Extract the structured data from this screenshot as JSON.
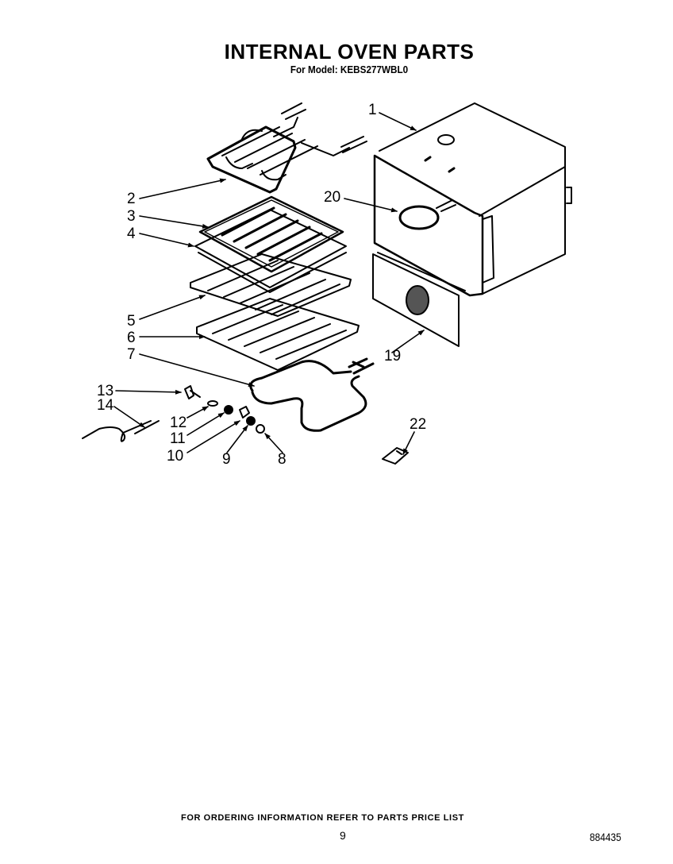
{
  "header": {
    "title": "INTERNAL OVEN PARTS",
    "subtitle": "For Model: KEBS277WBL0"
  },
  "callouts": [
    {
      "id": "1",
      "label": "1",
      "part": "oven-cavity"
    },
    {
      "id": "2",
      "label": "2",
      "part": "broil-element"
    },
    {
      "id": "3",
      "label": "3",
      "part": "broiler-grid"
    },
    {
      "id": "4",
      "label": "4",
      "part": "broiler-pan"
    },
    {
      "id": "5",
      "label": "5",
      "part": "oven-rack"
    },
    {
      "id": "6",
      "label": "6",
      "part": "oven-rack-offset"
    },
    {
      "id": "7",
      "label": "7",
      "part": "bake-element"
    },
    {
      "id": "8",
      "label": "8",
      "part": "nut"
    },
    {
      "id": "9",
      "label": "9",
      "part": "washer"
    },
    {
      "id": "10",
      "label": "10",
      "part": "bracket"
    },
    {
      "id": "11",
      "label": "11",
      "part": "grommet"
    },
    {
      "id": "12",
      "label": "12",
      "part": "clip"
    },
    {
      "id": "13",
      "label": "13",
      "part": "sensor-clip"
    },
    {
      "id": "14",
      "label": "14",
      "part": "temperature-sensor"
    },
    {
      "id": "19",
      "label": "19",
      "part": "convection-fan-cover"
    },
    {
      "id": "20",
      "label": "20",
      "part": "convection-element"
    },
    {
      "id": "22",
      "label": "22",
      "part": "lamp-socket"
    }
  ],
  "footer": {
    "ordering_note": "FOR ORDERING INFORMATION REFER TO PARTS PRICE LIST",
    "page_number": "9",
    "document_number": "884435"
  }
}
